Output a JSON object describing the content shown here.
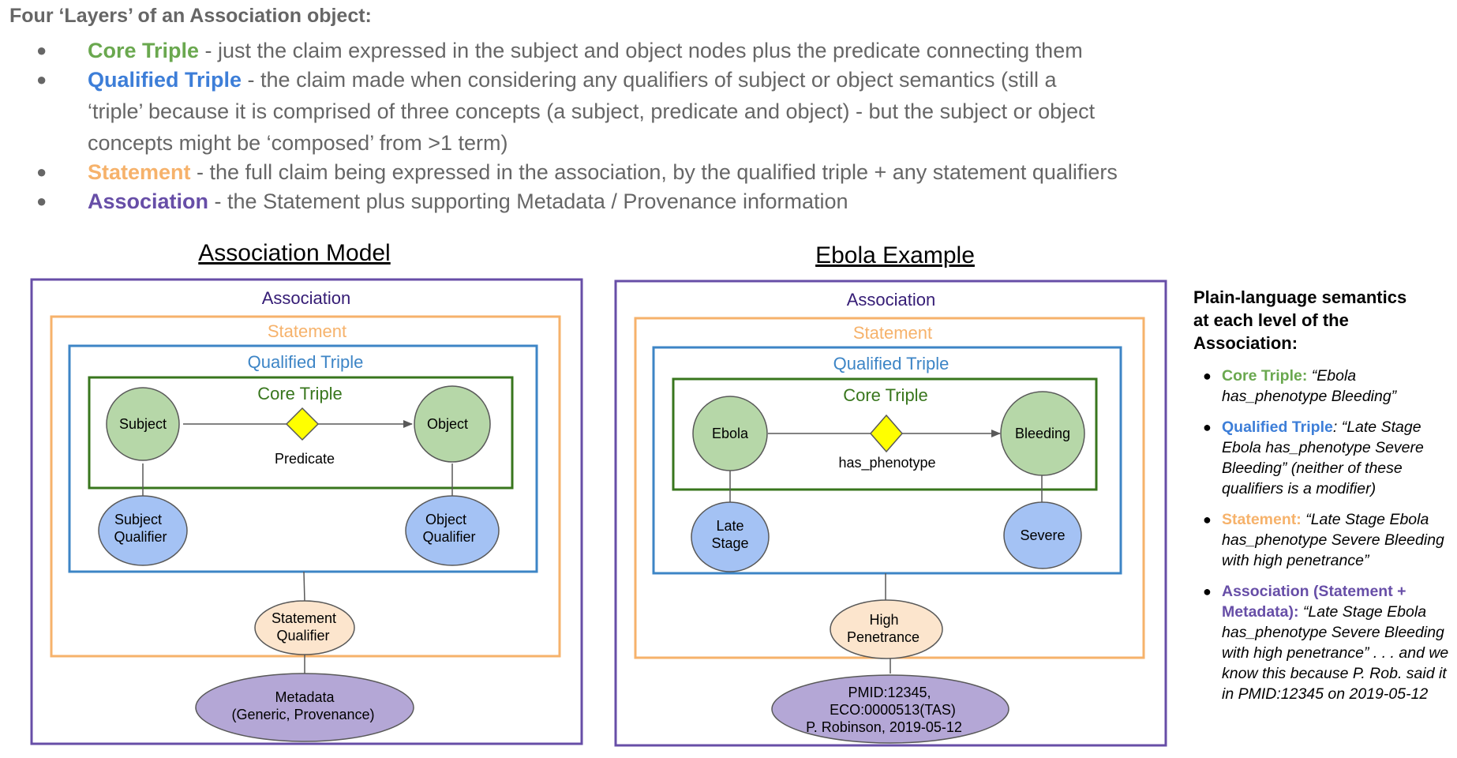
{
  "heading": "Four ‘Layers’ of an Association object:",
  "bullets": [
    {
      "term": "Core Triple",
      "text": " -  just the claim expressed in the subject and object nodes plus the predicate connecting them",
      "color": "#6aa84f"
    },
    {
      "term": "Qualified Triple",
      "text": " - the claim made when considering any qualifiers of subject or object semantics (still a ‘triple’ because it is comprised of three concepts (a subject, predicate and object) - but the subject or object concepts might be ‘composed’ from >1 term)",
      "color": "#3d7ed8"
    },
    {
      "term": "Statement",
      "text": " - the full claim being expressed in the association, by the qualified triple + any statement qualifiers",
      "color": "#f6b26b"
    },
    {
      "term": "Association",
      "text": " - the Statement plus supporting Metadata / Provenance information",
      "color": "#674ea7"
    }
  ],
  "model": {
    "title": "Association Model",
    "association": "Association",
    "statement": "Statement",
    "qualified_triple": "Qualified Triple",
    "core_triple": "Core Triple",
    "subject": "Subject",
    "predicate": "Predicate",
    "object": "Object",
    "subject_qualifier": [
      "Subject",
      "Qualifier"
    ],
    "object_qualifier": [
      "Object",
      "Qualifier"
    ],
    "statement_qualifier": [
      "Statement",
      "Qualifier"
    ],
    "metadata": [
      "Metadata",
      "(Generic, Provenance)"
    ]
  },
  "example": {
    "title": "Ebola Example",
    "association": "Association",
    "statement": "Statement",
    "qualified_triple": "Qualified Triple",
    "core_triple": "Core Triple",
    "subject": "Ebola",
    "predicate": "has_phenotype",
    "object": "Bleeding",
    "subject_qualifier": [
      "Late",
      "Stage"
    ],
    "object_qualifier": [
      "Severe"
    ],
    "statement_qualifier": [
      "High",
      "Penetrance"
    ],
    "metadata": [
      "PMID:12345,",
      "ECO:0000513(TAS)",
      "P. Robinson, 2019-05-12"
    ]
  },
  "semantics": {
    "title": [
      "Plain-language semantics",
      "at each level of the",
      "Association:"
    ],
    "items": [
      {
        "label": "Core Triple:",
        "text": " “Ebola has_phenotype Bleeding”",
        "color": "#6aa84f"
      },
      {
        "label": "Qualified Triple",
        "text": ": “Late Stage Ebola has_phenotype Severe Bleeding” (neither of these qualifiers is a modifier)",
        "color": "#3d7ed8"
      },
      {
        "label": "Statement:",
        "text": " “Late Stage Ebola has_phenotype Severe Bleeding with high penetrance”",
        "color": "#f6b26b"
      },
      {
        "label": "Association (Statement + Metadata):",
        "text": " “Late Stage Ebola has_phenotype Severe Bleeding with high penetrance” . . . and we know this because P. Rob. said it in PMID:12345 on 2019-05-12",
        "color": "#674ea7"
      }
    ]
  },
  "colors": {
    "association": "#674ea7",
    "statement": "#f6b26b",
    "qualified": "#3d85c6",
    "core": "#38761d",
    "node_green": "#b6d7a8",
    "node_blue": "#a4c2f4",
    "node_peach": "#fce5cd",
    "node_purple": "#b4a7d6",
    "diamond": "#ffff00"
  }
}
